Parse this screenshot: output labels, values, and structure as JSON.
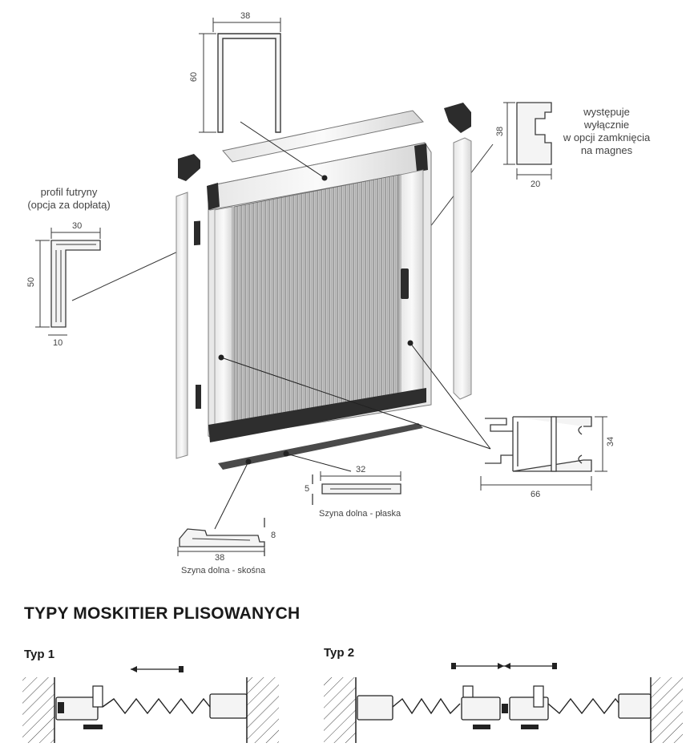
{
  "diagram": {
    "top_channel": {
      "width": "38",
      "height": "60"
    },
    "frame_profile": {
      "note": "profil futryny\n(opcja za dopłatą)",
      "width": "30",
      "height": "50",
      "base": "10"
    },
    "magnet_profile": {
      "note": "występuje\nwyłącznie\nw opcji zamknięcia\nna magnes",
      "height": "38",
      "width": "20"
    },
    "side_profile": {
      "width": "66",
      "height": "34"
    },
    "flat_rail": {
      "width": "32",
      "height": "5",
      "caption": "Szyna dolna - płaska"
    },
    "slant_rail": {
      "width": "38",
      "height": "8",
      "caption": "Szyna dolna - skośna"
    }
  },
  "section_title": "TYPY MOSKITIER PLISOWANYCH",
  "types": [
    {
      "label": "Typ 1"
    },
    {
      "label": "Typ 2"
    }
  ],
  "colors": {
    "line": "#3a3a3a",
    "frame_dark": "#2e2e2e",
    "mesh": "#9a9a9a",
    "profile_fill": "#f2f2f2"
  }
}
